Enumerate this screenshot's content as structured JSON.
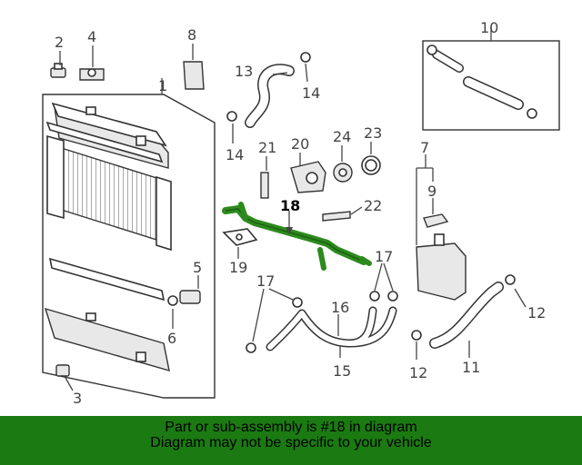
{
  "diagram": {
    "callouts": {
      "c1": "1",
      "c2": "2",
      "c3": "3",
      "c4": "4",
      "c5": "5",
      "c6": "6",
      "c7": "7",
      "c8": "8",
      "c9": "9",
      "c10": "10",
      "c11": "11",
      "c12a": "12",
      "c12b": "12",
      "c13": "13",
      "c14a": "14",
      "c14b": "14",
      "c15": "15",
      "c16": "16",
      "c17a": "17",
      "c17b": "17",
      "c18": "18",
      "c19": "19",
      "c20": "20",
      "c21": "21",
      "c22": "22",
      "c23": "23",
      "c24": "24"
    },
    "highlight_color": "#2d8a1e"
  },
  "banner": {
    "line1": "Part or sub-assembly is #18 in diagram",
    "line2": "Diagram may not be specific to your vehicle",
    "background": "#1b7a12"
  }
}
